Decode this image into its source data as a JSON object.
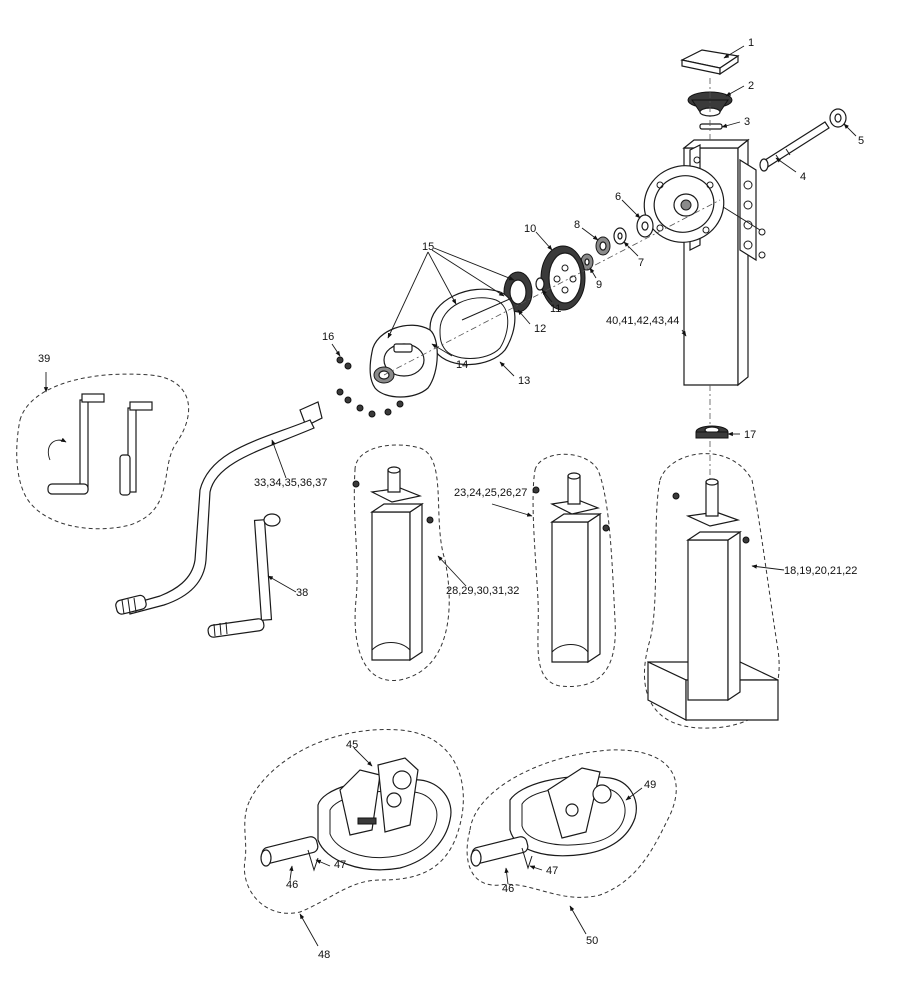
{
  "diagram": {
    "callouts": {
      "c1": "1",
      "c2": "2",
      "c3": "3",
      "c4": "4",
      "c5": "5",
      "c6": "6",
      "c7": "7",
      "c8": "8",
      "c9": "9",
      "c10": "10",
      "c11": "11",
      "c12": "12",
      "c13": "13",
      "c14": "14",
      "c15": "15",
      "c16": "16",
      "c17": "17",
      "c18": "18,19,20,21,22",
      "c23": "23,24,25,26,27",
      "c28": "28,29,30,31,32",
      "c33": "33,34,35,36,37",
      "c38": "38",
      "c39": "39",
      "c40": "40,41,42,43,44",
      "c45": "45",
      "c46a": "46",
      "c46b": "46",
      "c47a": "47",
      "c47b": "47",
      "c48": "48",
      "c49": "49",
      "c50": "50"
    }
  }
}
